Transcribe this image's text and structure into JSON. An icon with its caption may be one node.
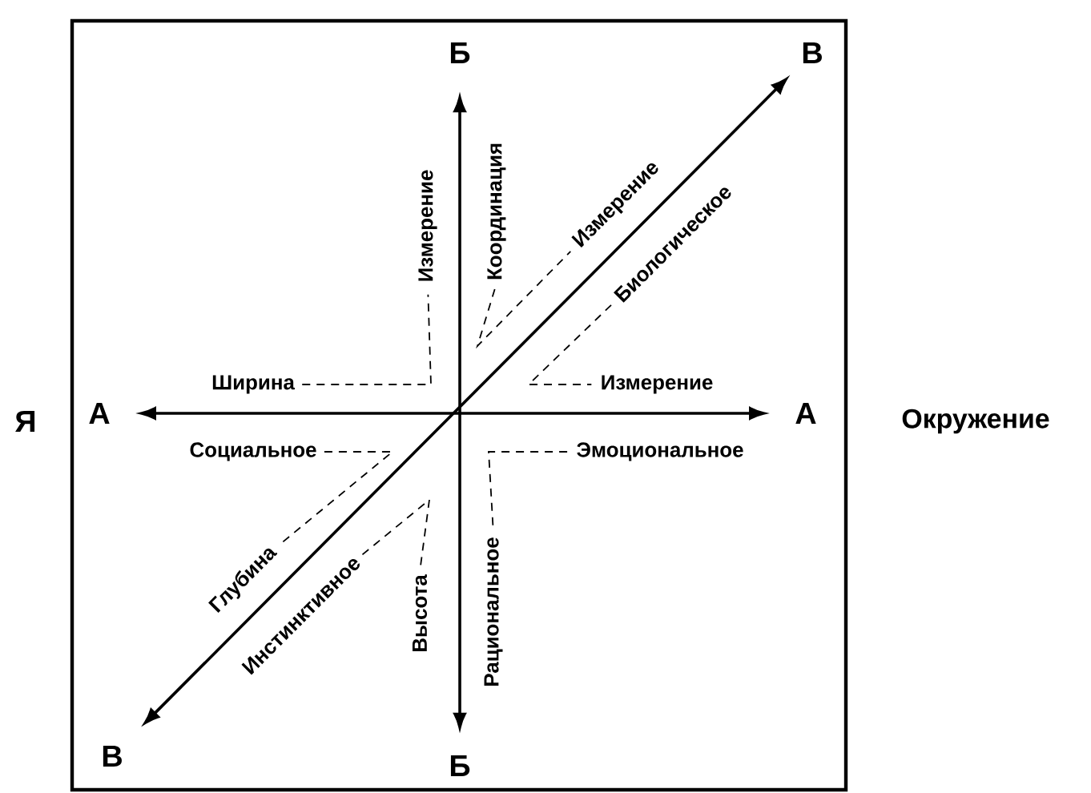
{
  "diagram": {
    "nodes": [
      {
        "text": [
          "Б"
        ]
      },
      {
        "text": [
          "В"
        ]
      },
      {
        "text": [
          "А"
        ]
      },
      {
        "text": [
          "А"
        ]
      },
      {
        "text": [
          "В"
        ]
      },
      {
        "text": [
          "Б"
        ]
      },
      {
        "text": [
          "Измерение"
        ]
      },
      {
        "text": [
          "Координация"
        ]
      },
      {
        "text": [
          "Ширина"
        ]
      },
      {
        "text": [
          "Измерение"
        ]
      },
      {
        "text": [
          "Биологическое"
        ]
      },
      {
        "text": [
          "Измерение"
        ]
      },
      {
        "text": [
          "Социальное"
        ]
      },
      {
        "text": [
          "Эмоциональное"
        ]
      },
      {
        "text": [
          "Глубина"
        ]
      },
      {
        "text": [
          "Инстинктивное"
        ]
      },
      {
        "text": [
          "Высота"
        ]
      },
      {
        "text": [
          "Рациональное"
        ]
      }
    ],
    "edges": [
      {
        "from": 2,
        "to": 3,
        "arrow": "both"
      },
      {
        "from": 5,
        "to": 0,
        "arrow": "both"
      },
      {
        "from": 4,
        "to": 1,
        "arrow": "both"
      },
      {
        "from": 8,
        "to": 6,
        "arrow": "none",
        "style": "dashed"
      },
      {
        "from": 7,
        "to": 9,
        "arrow": "none",
        "style": "dashed"
      },
      {
        "from": 10,
        "to": 11,
        "arrow": "none",
        "style": "dashed"
      },
      {
        "from": 12,
        "to": 14,
        "arrow": "none",
        "style": "dashed"
      },
      {
        "from": 15,
        "to": 16,
        "arrow": "none",
        "style": "dashed"
      },
      {
        "from": 13,
        "to": 17,
        "arrow": "none",
        "style": "dashed"
      }
    ],
    "labels": [
      "Я",
      "Окружение"
    ]
  }
}
